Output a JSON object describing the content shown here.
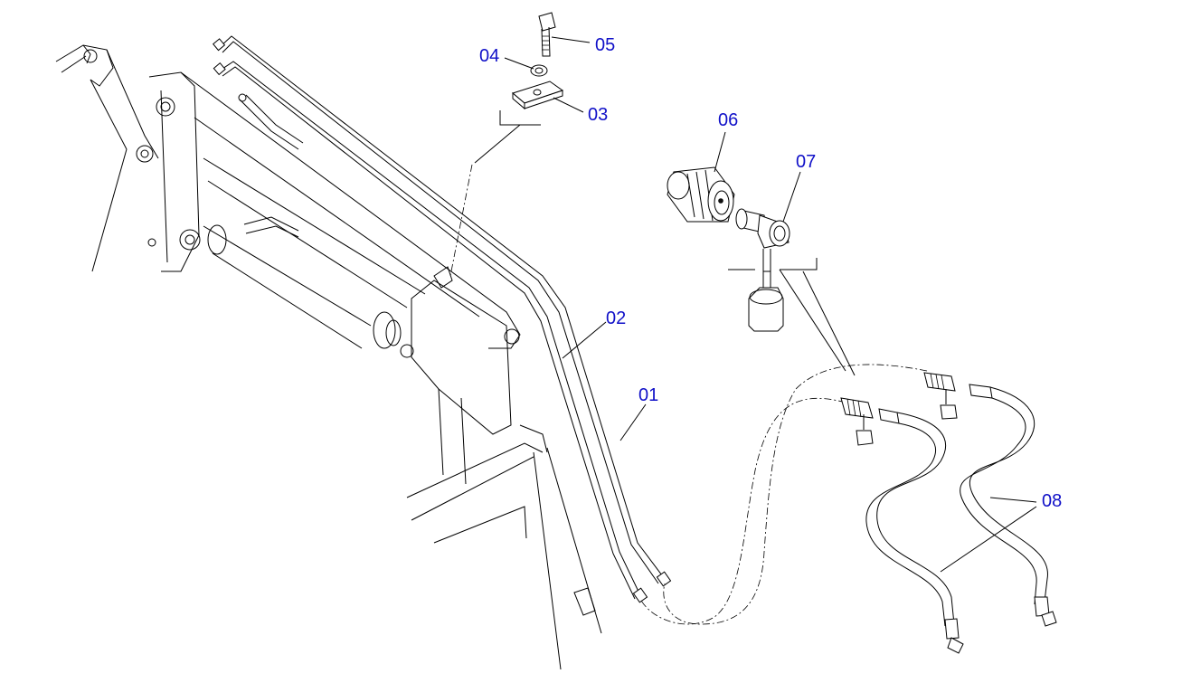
{
  "labels": {
    "p01": "01",
    "p02": "02",
    "p03": "03",
    "p04": "04",
    "p05": "05",
    "p06": "06",
    "p07": "07",
    "p08": "08"
  },
  "colors": {
    "label": "#1010c8",
    "line": "#000000",
    "background": "#ffffff"
  }
}
